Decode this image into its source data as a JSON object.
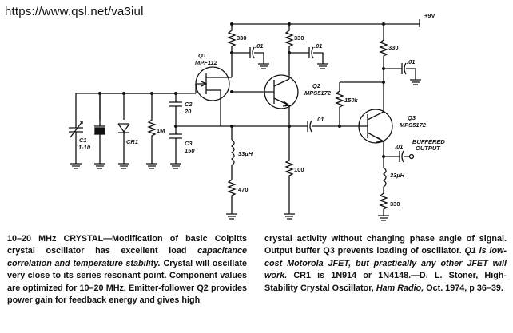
{
  "url": "https://www.qsl.net/va3iul",
  "labels": {
    "supply": "+9V",
    "r_q1_drain": "330",
    "r_q2_collector": "330",
    "r_q3_collector": "330",
    "cap_q1": ".01",
    "cap_q2": ".01",
    "cap_q3": ".01",
    "q1_name": "Q1",
    "q1_part": "MPF112",
    "q2_name": "Q2",
    "q2_part": "MPS5172",
    "q3_name": "Q3",
    "q3_part": "MPS5172",
    "c2_name": "C2",
    "c2_value": "20",
    "c3_name": "C3",
    "c3_value": "150",
    "c1_name": "C1",
    "c1_value": "1-10",
    "cr1": "CR1",
    "r_gate": "1M",
    "l_source": "33µH",
    "r_source": "470",
    "r_q2_emitter": "100",
    "r_bias": "150k",
    "cap_couple": ".01",
    "cap_out": ".01",
    "output_label_1": "BUFFERED",
    "output_label_2": "OUTPUT",
    "l_q3_emitter": "33µH",
    "r_q3_emitter": "330"
  },
  "caption": {
    "left_bold_1": "10–20 MHz CRYSTAL—Modification of basic Colpitts crystal oscillator has excellent load ",
    "left_italic_1": "capacitance correlation and temperature stability.",
    "left_bold_2": " Crystal will oscillate very close to its series resonant point. Component values are optimized for 10–20 MHz. Emitter-follower Q2 provides power gain for feedback energy and gives high",
    "right_bold_1": "crystal activity without changing phase angle of signal. Output buffer Q3 prevents loading of oscillator. ",
    "right_italic_1": "Q1 is low-cost Motorola JFET, but practically any other JFET will work.",
    "right_bold_2": " CR1 is 1N914 or 1N4148.—D. L. Stoner, High-Stability Crystal Oscillator, ",
    "right_italic_2": "Ham Radio,",
    "right_bold_3": " Oct. 1974, p 36–39."
  }
}
